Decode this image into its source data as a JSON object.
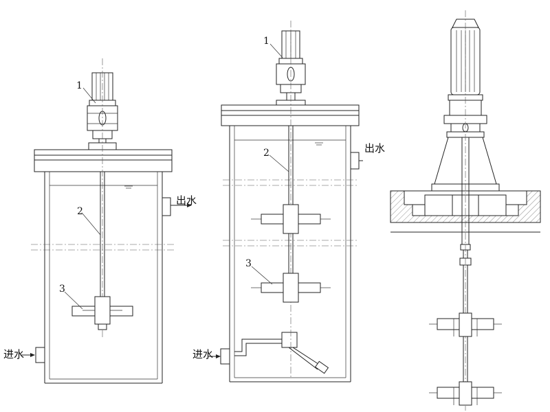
{
  "labels": {
    "part1": "1",
    "part2": "2",
    "part3": "3",
    "outlet": "出水",
    "inlet": "进水"
  }
}
